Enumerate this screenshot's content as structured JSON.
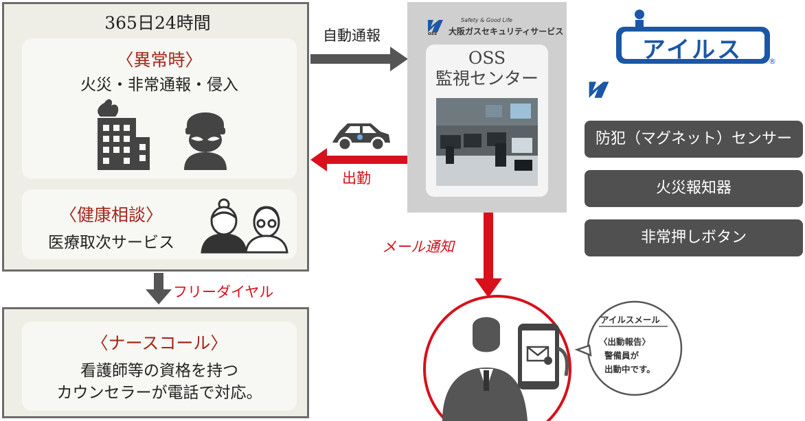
{
  "left": {
    "title": "365日24時間",
    "emergency": {
      "title": "〈異常時〉",
      "subtitle": "火災・非常通報・侵入"
    },
    "health": {
      "title": "〈健康相談〉",
      "subtitle": "医療取次サービス"
    },
    "free_dial": "フリーダイヤル",
    "nurse": {
      "title": "〈ナースコール〉",
      "line1": "看護師等の資格を持つ",
      "line2": "カウンセラーが電話で対応。"
    }
  },
  "flows": {
    "auto_report": "自動通報",
    "dispatch": "出勤",
    "mail_notice": "メール通知"
  },
  "center": {
    "brand_tagline": "Safety & Good Life",
    "brand_name": "大阪ガスセキュリティサービス",
    "oss_mark": "oss",
    "title_line1": "OSS",
    "title_line2": "監視センター"
  },
  "logos": {
    "ailes": "アイルス",
    "registered": "®"
  },
  "sensors": [
    "防犯（マグネット）センサー",
    "火災報知器",
    "非常押しボタン"
  ],
  "bubble": {
    "title": "アイルスメール",
    "line1": "〈出動報告〉",
    "line2": "警備員が",
    "line3": "出動中です。"
  },
  "colors": {
    "accent_red": "#d7101b",
    "title_red": "#a3261b",
    "ailes_blue": "#1b57a6",
    "dark_gray": "#505050",
    "box_border": "#6b6b6b"
  }
}
